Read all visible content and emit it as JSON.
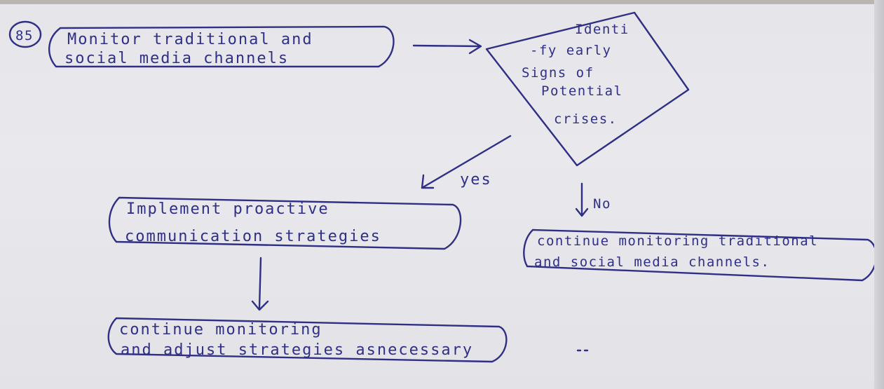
{
  "question_number": "85",
  "nodes": {
    "monitor": {
      "line1": "Monitor traditional and",
      "line2": "social media channels"
    },
    "decision": {
      "line1": "Identi",
      "line2": "-fy early",
      "line3": "Signs of",
      "line4": "Potential",
      "line5": "crises."
    },
    "implement": {
      "line1": "Implement proactive",
      "line2": "communication strategies"
    },
    "continue_no": {
      "line1": "continue monitoring traditional",
      "line2": "and social media channels."
    },
    "continue_yes": {
      "line1": "continue monitoring",
      "line2": "and adjust strategies asnecessary"
    }
  },
  "edge_labels": {
    "yes": "yes",
    "no": "No"
  },
  "colors": {
    "ink": "#2f2f86",
    "paper": "#e8e8ec"
  }
}
